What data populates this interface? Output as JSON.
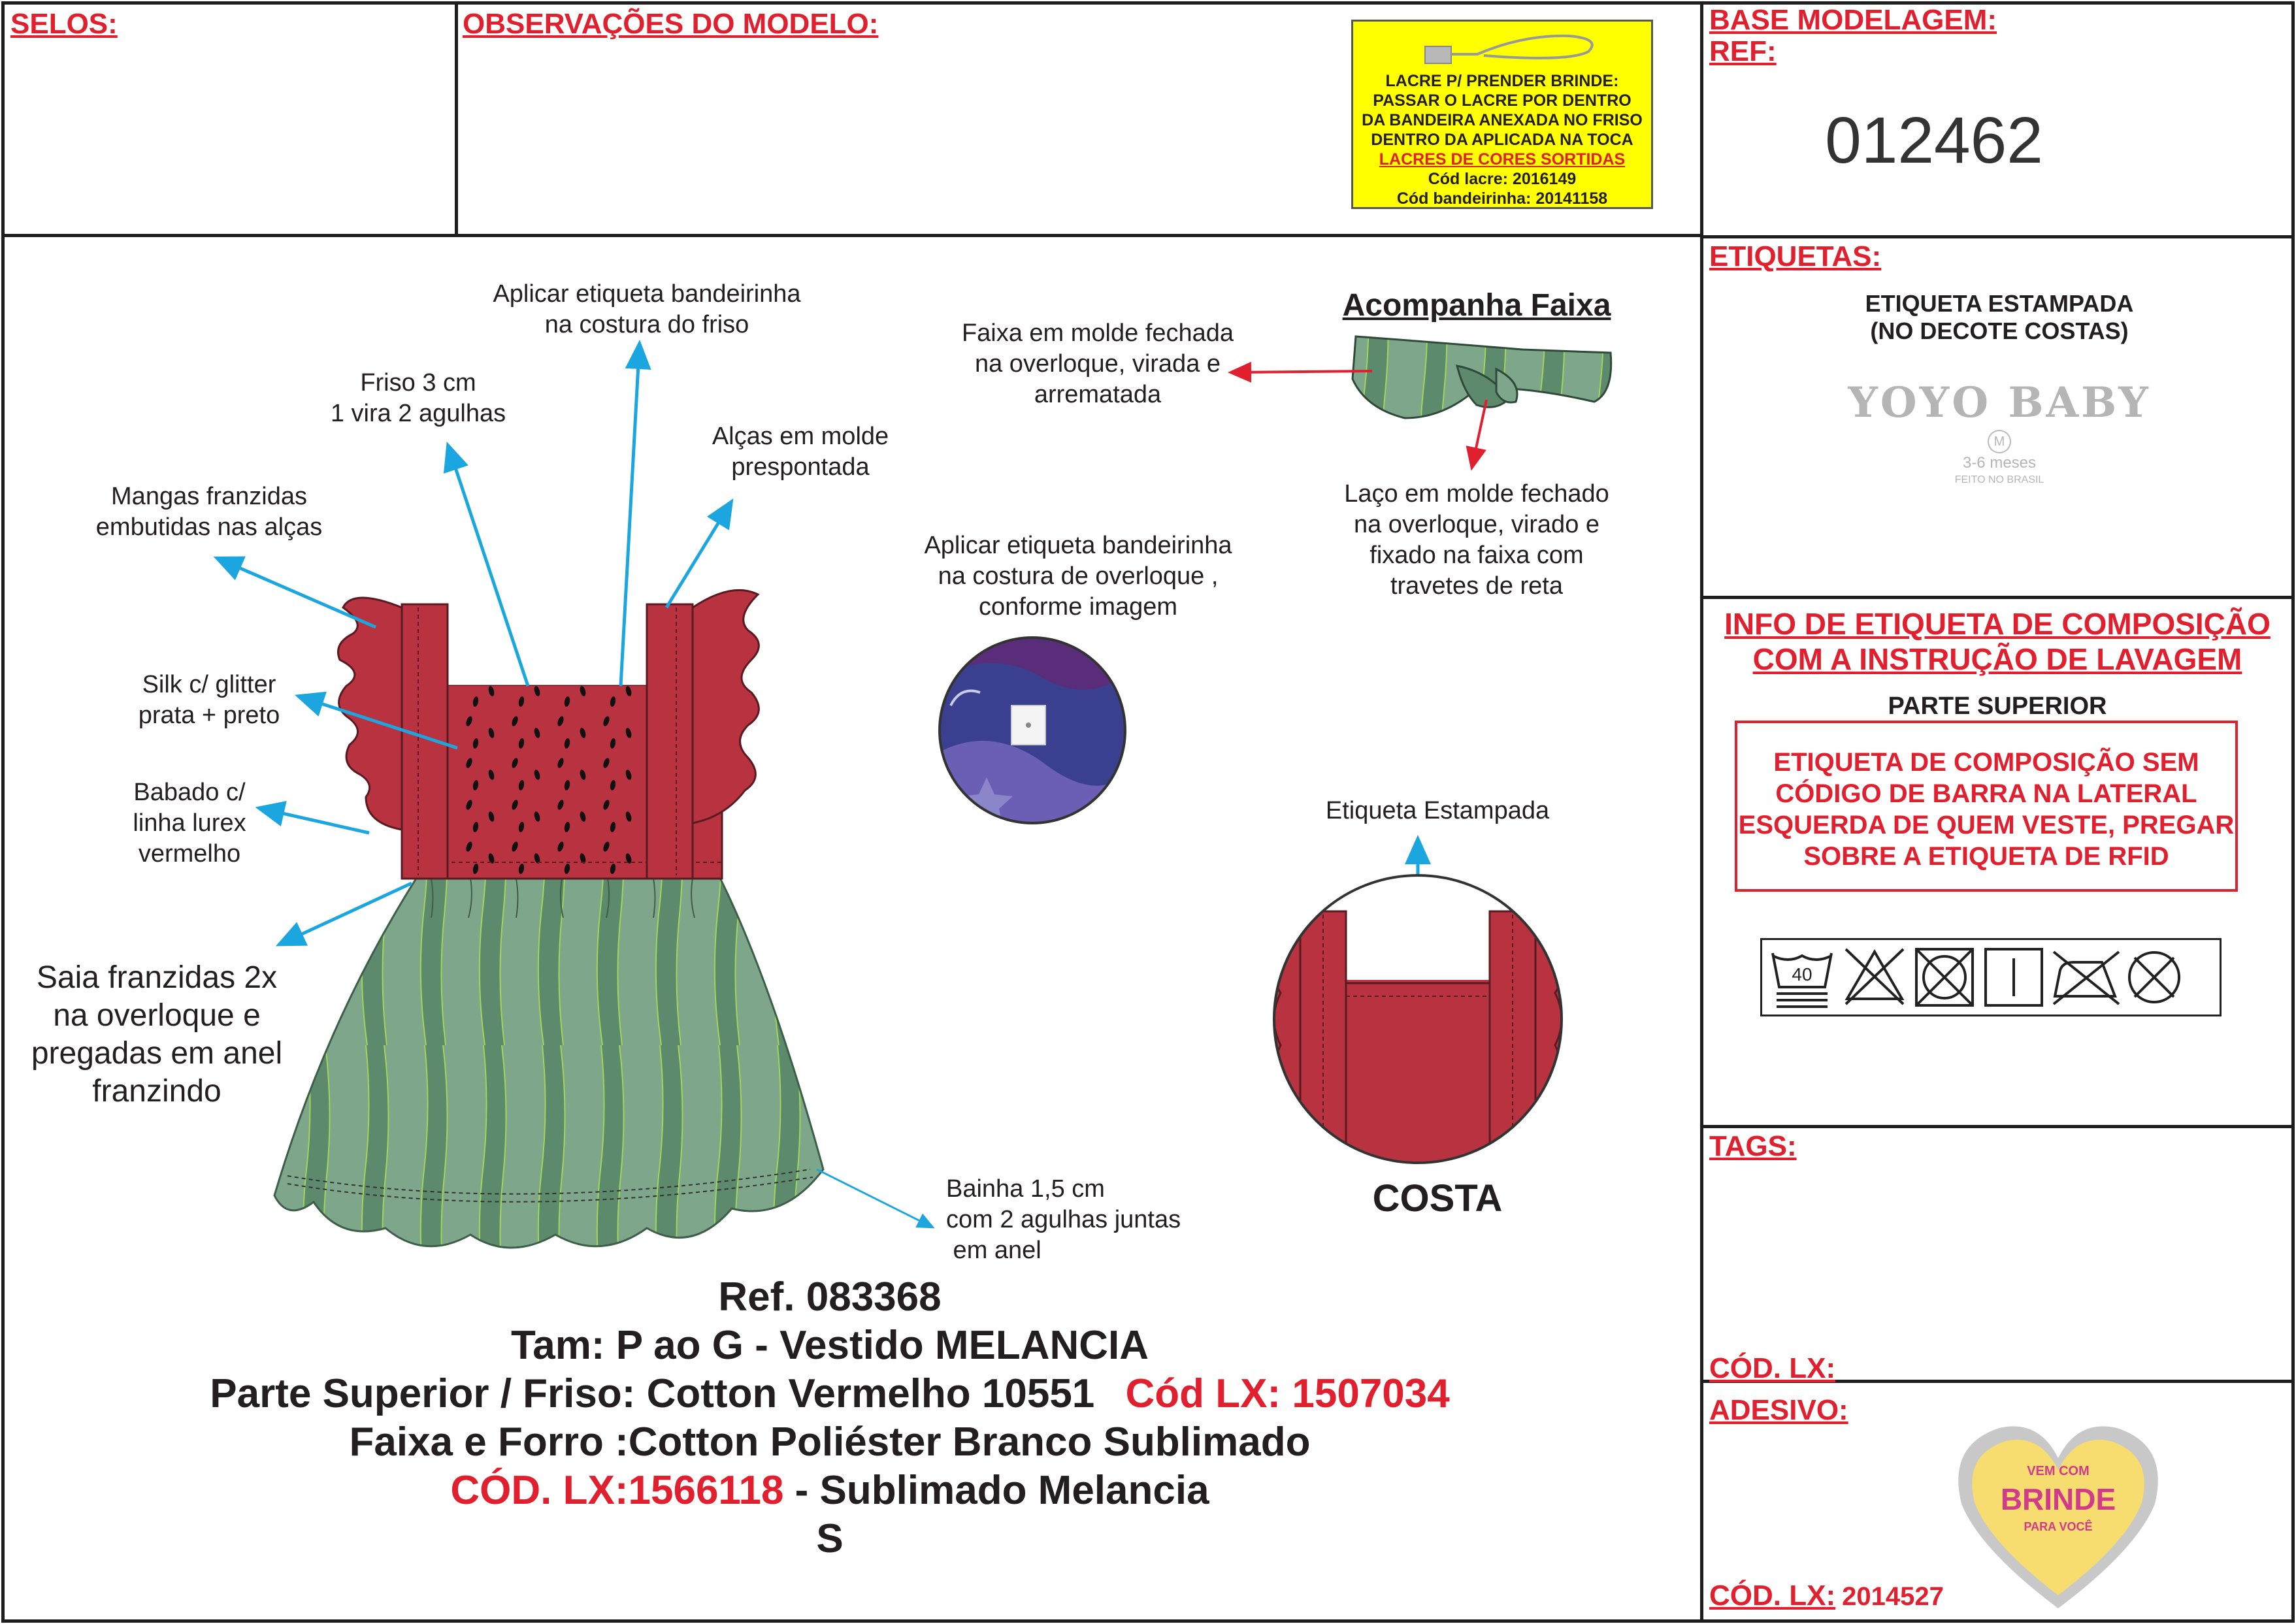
{
  "header": {
    "selos_label": "SELOS:",
    "observacoes_label": "OBSERVAÇÕES DO MODELO:",
    "base_modelagem_label": "BASE MODELAGEM:",
    "ref_label": "REF:",
    "ref_value": "012462"
  },
  "lacre_note": {
    "line1": "LACRE P/ PRENDER BRINDE:",
    "line2": "PASSAR O LACRE POR DENTRO",
    "line3": "DA BANDEIRA ANEXADA NO FRISO",
    "line4": "DENTRO DA APLICADA NA TOCA",
    "line5": "LACRES DE CORES SORTIDAS",
    "line6": "Cód lacre: 2016149",
    "line7": "Cód bandeirinha: 20141158"
  },
  "annotations": {
    "bandeirinha_friso": [
      "Aplicar etiqueta bandeirinha",
      "na costura do friso"
    ],
    "friso": [
      "Friso 3 cm",
      "1 vira 2 agulhas"
    ],
    "alcas": [
      "Alças em molde",
      "prespontada"
    ],
    "mangas": [
      "Mangas franzidas",
      "embutidas nas alças"
    ],
    "silk": [
      "Silk c/ glitter",
      "prata + preto"
    ],
    "babado": [
      "Babado c/",
      "linha lurex",
      "vermelho"
    ],
    "saia": [
      "Saia franzidas 2x",
      "na overloque e",
      "pregadas em anel",
      "franzindo"
    ],
    "bainha": [
      "Bainha 1,5 cm",
      "com 2 agulhas juntas",
      " em anel"
    ],
    "bandeirinha_overloque": [
      "Aplicar etiqueta bandeirinha",
      "na costura de overloque ,",
      "conforme imagem"
    ],
    "faixa_title": "Acompanha Faixa",
    "faixa_molde": [
      "Faixa em molde fechada",
      "na overloque, virada e",
      "arrematada"
    ],
    "laco": [
      "Laço em molde fechado",
      "na overloque, virado e",
      "fixado na faixa com",
      "travetes de reta"
    ],
    "etiqueta_estampada": "Etiqueta Estampada",
    "costa": "COSTA"
  },
  "product": {
    "ref": "Ref. 083368",
    "tam": "Tam: P ao G - Vestido MELANCIA",
    "parte_superior": "Parte Superior / Friso: Cotton Vermelho 10551",
    "cod_lx_1": "Cód LX: 1507034",
    "faixa_forro": "Faixa e Forro :Cotton Poliéster Branco Sublimado",
    "cod_lx_2": "CÓD. LX:1566118",
    "sublimado": " - Sublimado Melancia",
    "size": "S"
  },
  "etiquetas": {
    "label": "ETIQUETAS:",
    "line1": "ETIQUETA ESTAMPADA",
    "line2": "(NO DECOTE COSTAS)",
    "brand": "YOYO BABY",
    "size_mark": "M",
    "age": "3-6 meses",
    "made_in": "FEITO NO BRASIL"
  },
  "composicao": {
    "title1": "INFO DE ETIQUETA DE COMPOSIÇÃO",
    "title2": "COM A INSTRUÇÃO DE LAVAGEM",
    "parte": "PARTE SUPERIOR",
    "box": [
      "ETIQUETA DE COMPOSIÇÃO SEM",
      "CÓDIGO DE BARRA NA LATERAL",
      "ESQUERDA DE QUEM VESTE, PREGAR",
      "SOBRE A ETIQUETA DE RFID"
    ],
    "wash_temp": "40",
    "care_icons": [
      "wash-40-icon",
      "no-bleach-icon",
      "no-tumble-dry-icon",
      "line-dry-icon",
      "no-iron-icon",
      "no-dry-clean-icon"
    ]
  },
  "tags": {
    "label": "TAGS:",
    "cod_lx": "CÓD. LX:"
  },
  "adesivo": {
    "label": "ADESIVO:",
    "sticker_top": "VEM COM",
    "sticker_main": "BRINDE",
    "sticker_bottom": "PARA VOCÊ",
    "cod_lx": "CÓD. LX:",
    "cod_value": "2014527"
  },
  "colors": {
    "accent_red": "#e0202e",
    "dress_red": "#b8323f",
    "dress_green": "#6f9a7d",
    "arrow_blue": "#1ba6e0",
    "note_yellow": "#ffff00"
  }
}
